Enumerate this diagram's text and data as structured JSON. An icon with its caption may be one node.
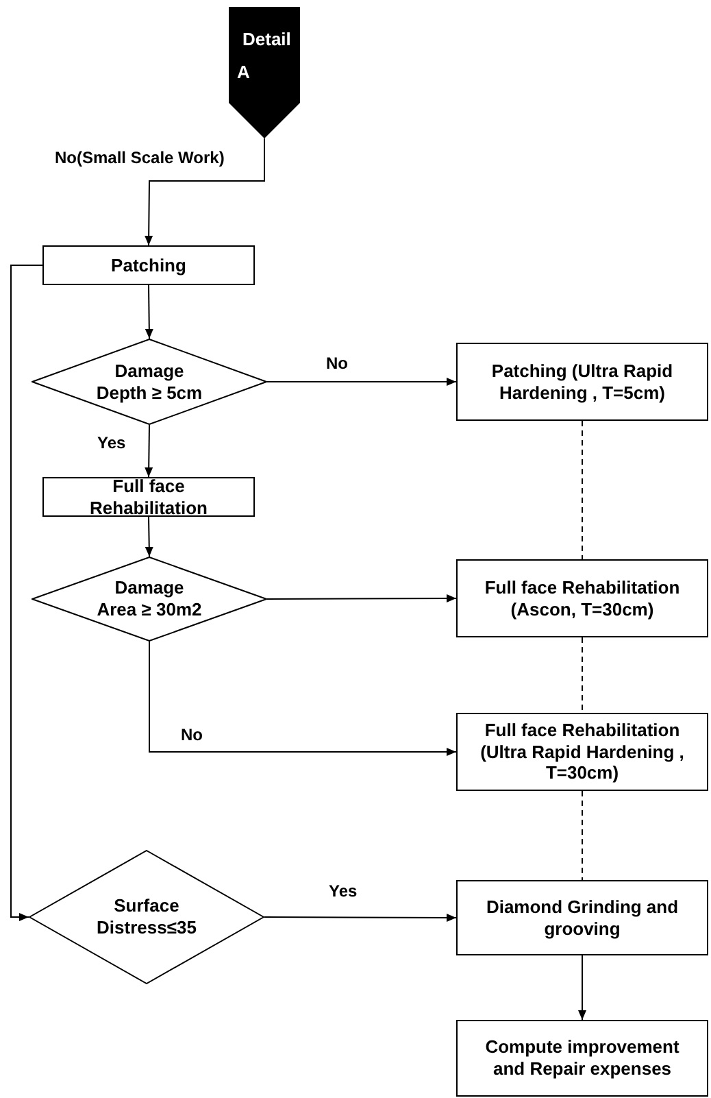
{
  "diagram": {
    "nodes": [
      {
        "text": [
          "Detail A"
        ]
      },
      {
        "text": [
          "Patching"
        ]
      },
      {
        "text": [
          "Damage Depth ≥ 5cm"
        ]
      },
      {
        "text": [
          "Full face Rehabilitation"
        ]
      },
      {
        "text": [
          "Damage Area ≥ 30m2"
        ]
      },
      {
        "text": [
          "Surface Distress≤35"
        ]
      },
      {
        "text": [
          "Patching (Ultra Rapid Hardening , T=5cm)"
        ]
      },
      {
        "text": [
          "Full face Rehabilitation (Ascon, T=30cm)"
        ]
      },
      {
        "text": [
          "Full face Rehabilitation (Ultra Rapid Hardening , T=30cm)"
        ]
      },
      {
        "text": [
          "Diamond Grinding and grooving"
        ]
      },
      {
        "text": [
          "Compute improvement and Repair expenses"
        ]
      }
    ],
    "edges": [
      {
        "from": 0,
        "to": 1,
        "arrow": "to",
        "label": "No(Small Scale Work)"
      },
      {
        "from": 1,
        "to": 2,
        "arrow": "to"
      },
      {
        "from": 2,
        "to": 6,
        "arrow": "to",
        "label": "No"
      },
      {
        "from": 2,
        "to": 3,
        "arrow": "to",
        "label": "Yes"
      },
      {
        "from": 3,
        "to": 4,
        "arrow": "to"
      },
      {
        "from": 4,
        "to": 7,
        "arrow": "to"
      },
      {
        "from": 4,
        "to": 8,
        "arrow": "to",
        "label": "No"
      },
      {
        "from": 1,
        "to": 5,
        "arrow": "to"
      },
      {
        "from": 5,
        "to": 9,
        "arrow": "to",
        "label": "Yes"
      },
      {
        "from": 6,
        "to": 7,
        "arrow": "none",
        "style": "dashed"
      },
      {
        "from": 7,
        "to": 8,
        "arrow": "none",
        "style": "dashed"
      },
      {
        "from": 8,
        "to": 9,
        "arrow": "none",
        "style": "dashed"
      },
      {
        "from": 9,
        "to": 10,
        "arrow": "to"
      }
    ]
  }
}
